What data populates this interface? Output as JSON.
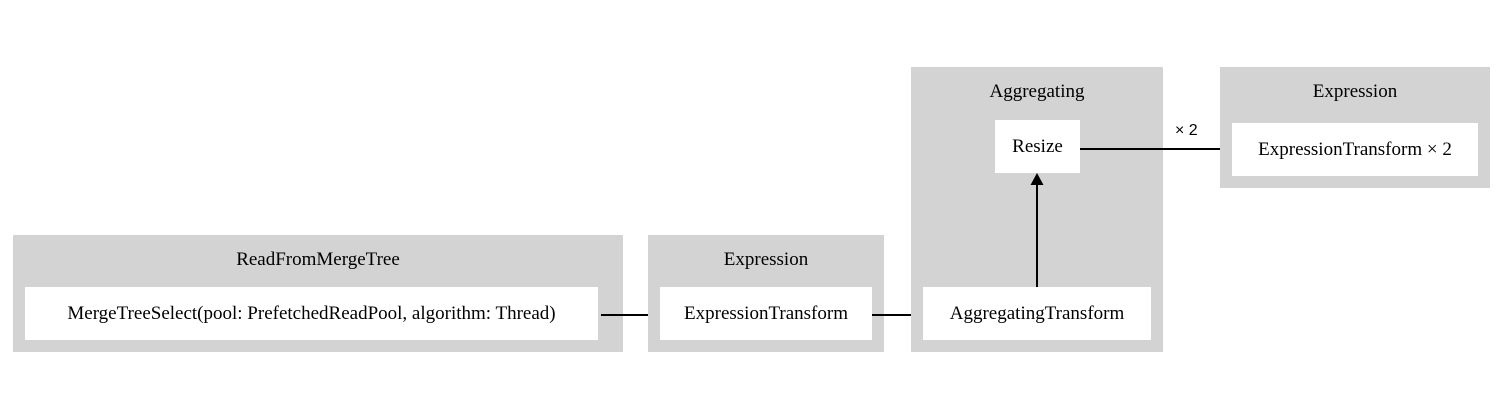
{
  "diagram": {
    "type": "pipeline-graph",
    "background_color": "#ffffff",
    "cluster_color": "#d3d3d3",
    "node_color": "#ffffff",
    "edge_color": "#000000",
    "clusters": [
      {
        "id": "read-from-merge-tree",
        "title": "ReadFromMergeTree",
        "nodes": [
          {
            "id": "merge-tree-select",
            "label": "MergeTreeSelect(pool: PrefetchedReadPool, algorithm: Thread)"
          }
        ]
      },
      {
        "id": "expression-1",
        "title": "Expression",
        "nodes": [
          {
            "id": "expression-transform",
            "label": "ExpressionTransform"
          }
        ]
      },
      {
        "id": "aggregating",
        "title": "Aggregating",
        "nodes": [
          {
            "id": "resize",
            "label": "Resize"
          },
          {
            "id": "aggregating-transform",
            "label": "AggregatingTransform"
          }
        ]
      },
      {
        "id": "expression-2",
        "title": "Expression",
        "nodes": [
          {
            "id": "expression-transform-x2",
            "label": "ExpressionTransform × 2"
          }
        ]
      }
    ],
    "edges": [
      {
        "id": "edge-merge-to-expression",
        "from": "merge-tree-select",
        "to": "expression-transform",
        "label": ""
      },
      {
        "id": "edge-expression-to-aggregating",
        "from": "expression-transform",
        "to": "aggregating-transform",
        "label": ""
      },
      {
        "id": "edge-aggregating-to-resize",
        "from": "aggregating-transform",
        "to": "resize",
        "label": ""
      },
      {
        "id": "edge-resize-to-expression2",
        "from": "resize",
        "to": "expression-transform-x2",
        "label": "× 2"
      }
    ]
  }
}
